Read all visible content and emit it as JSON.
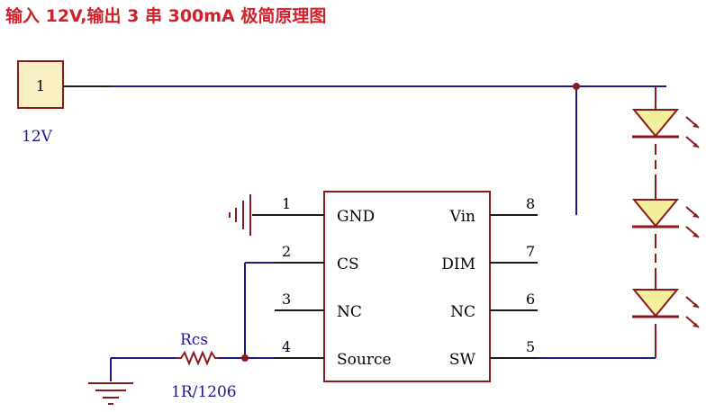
{
  "title": "输入 12V,输出 3 串 300mA 极简原理图",
  "connector": {
    "pin": "1",
    "label": "12V"
  },
  "resistor": {
    "name": "Rcs",
    "value": "1R/1206"
  },
  "chip": {
    "left_pins": [
      {
        "num": "1",
        "name": "GND"
      },
      {
        "num": "2",
        "name": "CS"
      },
      {
        "num": "3",
        "name": "NC"
      },
      {
        "num": "4",
        "name": "Source"
      }
    ],
    "right_pins": [
      {
        "num": "8",
        "name": "Vin"
      },
      {
        "num": "7",
        "name": "DIM"
      },
      {
        "num": "6",
        "name": "NC"
      },
      {
        "num": "5",
        "name": "SW"
      }
    ]
  },
  "led_count": 3,
  "colors": {
    "title": "#d0202a",
    "wire": "#1a1a8c",
    "component": "#8b1a1a",
    "led_fill": "#f4ef9c",
    "connector_fill": "#fbf0c4"
  }
}
